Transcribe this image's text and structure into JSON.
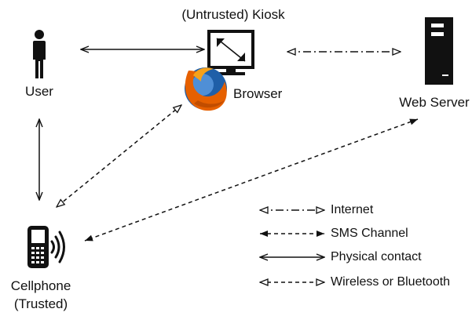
{
  "nodes": {
    "user": {
      "label": "User",
      "icon": "person-icon"
    },
    "kiosk": {
      "label": "(Untrusted) Kiosk",
      "icon": "monitor-icon"
    },
    "browser": {
      "label": "Browser",
      "icon": "firefox-browser-icon"
    },
    "web_server": {
      "label": "Web Server",
      "icon": "server-tower-icon"
    },
    "cellphone": {
      "label_line1": "Cellphone",
      "label_line2": "(Trusted)",
      "icon": "cellphone-wireless-icon"
    }
  },
  "legend": [
    {
      "label": "Internet",
      "line_style": "dash-dot",
      "head": "open"
    },
    {
      "label": "SMS Channel",
      "line_style": "dashed",
      "head": "filled"
    },
    {
      "label": "Physical contact",
      "line_style": "solid",
      "head": "line"
    },
    {
      "label": "Wireless or Bluetooth",
      "line_style": "dashed",
      "head": "open"
    }
  ],
  "colors": {
    "ink": "#111111",
    "background": "#ffffff",
    "firefox_orange": "#e66000",
    "firefox_blue": "#1f5fa8"
  }
}
